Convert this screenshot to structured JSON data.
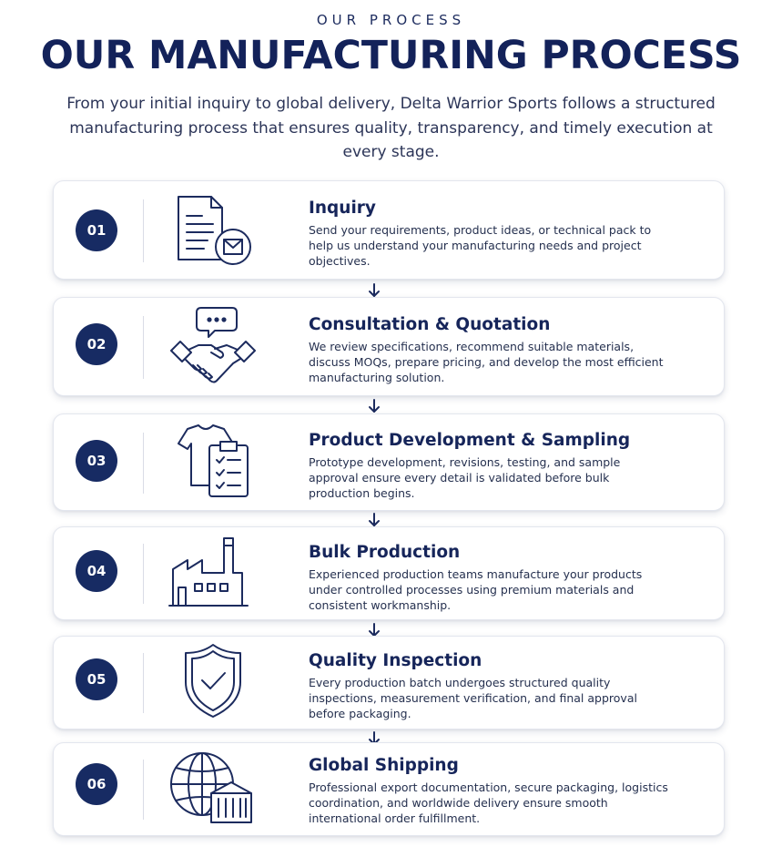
{
  "header": {
    "eyebrow": "OUR PROCESS",
    "title": "OUR MANUFACTURING PROCESS",
    "intro": "From your initial inquiry to global delivery, Delta Warrior Sports follows a structured manufacturing process that ensures quality, transparency, and timely execution at every stage."
  },
  "steps": [
    {
      "number": "01",
      "title": "Inquiry",
      "description": "Send your requirements, product ideas, or technical pack to help us understand your manufacturing needs and project objectives.",
      "icon": "document-mail-icon"
    },
    {
      "number": "02",
      "title": "Consultation & Quotation",
      "description": "We review specifications, recommend suitable materials, discuss MOQs, prepare pricing, and develop the most efficient manufacturing solution.",
      "icon": "handshake-chat-icon"
    },
    {
      "number": "03",
      "title": "Product Development & Sampling",
      "description": "Prototype development, revisions, testing, and sample approval ensure every detail is validated before bulk production begins.",
      "icon": "tshirt-clipboard-icon"
    },
    {
      "number": "04",
      "title": "Bulk Production",
      "description": "Experienced production teams manufacture your products under controlled processes using premium materials and consistent workmanship.",
      "icon": "factory-icon"
    },
    {
      "number": "05",
      "title": "Quality Inspection",
      "description": "Every production batch undergoes structured quality inspections, measurement verification, and final approval before packaging.",
      "icon": "shield-check-icon"
    },
    {
      "number": "06",
      "title": "Global Shipping",
      "description": "Professional export documentation, secure packaging, logistics coordination, and worldwide delivery ensure smooth international order fulfillment.",
      "icon": "globe-container-icon"
    }
  ],
  "colors": {
    "navy": "#172b63",
    "text": "#25304f",
    "border": "#e3e6ee"
  }
}
